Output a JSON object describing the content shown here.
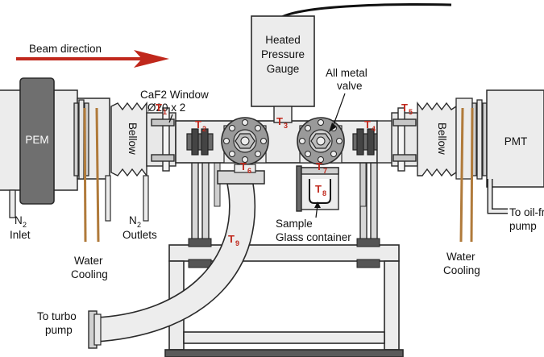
{
  "labels": {
    "beam_direction": "Beam direction",
    "window_line1": "CaF2 Window",
    "window_line2": "Ø20 x 2",
    "gauge_line1": "Heated",
    "gauge_line2": "Pressure",
    "gauge_line3": "Gauge",
    "valve_line1": "All metal",
    "valve_line2": "valve",
    "pem": "PEM",
    "pmt": "PMT",
    "bellow_left": "Bellow",
    "bellow_right": "Bellow",
    "n2_inlet_n": "N",
    "n2_inlet_sub": "2",
    "n2_inlet_word": "Inlet",
    "n2_outlets_n": "N",
    "n2_outlets_sub": "2",
    "n2_outlets_word": "Outlets",
    "water_cooling_left_1": "Water",
    "water_cooling_left_2": "Cooling",
    "water_cooling_right_1": "Water",
    "water_cooling_right_2": "Cooling",
    "sample_line1": "Sample",
    "sample_line2": "Glass container",
    "oil_free_1": "To oil-free",
    "oil_free_2": "pump",
    "turbo_1": "To turbo",
    "turbo_2": "pump"
  },
  "temperature_sensors": [
    {
      "letter": "T",
      "index": "1"
    },
    {
      "letter": "T",
      "index": "2"
    },
    {
      "letter": "T",
      "index": "3"
    },
    {
      "letter": "T",
      "index": "4"
    },
    {
      "letter": "T",
      "index": "5"
    },
    {
      "letter": "T",
      "index": "6"
    },
    {
      "letter": "T",
      "index": "7"
    },
    {
      "letter": "T",
      "index": "8"
    },
    {
      "letter": "T",
      "index": "9"
    }
  ],
  "colors": {
    "outline": "#2a2a2a",
    "body_fill": "#ececec",
    "flange_fill": "#9a9a9a",
    "pem_fill": "#6f6f6f",
    "arrow": "#c0281c",
    "sensor_label": "#c0281c",
    "water_pipe": "#b07a3a"
  }
}
